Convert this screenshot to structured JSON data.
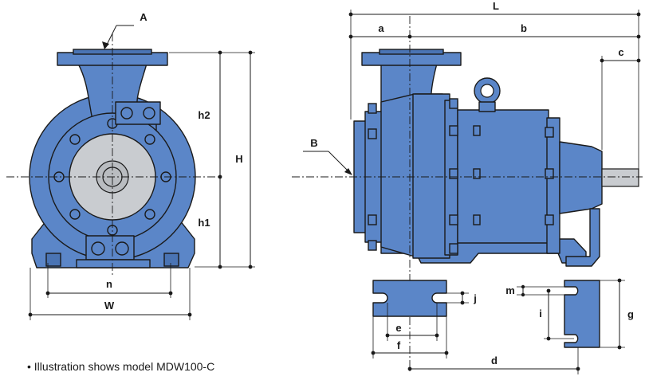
{
  "diagram": {
    "labels": {
      "A": "A",
      "B": "B",
      "L": "L",
      "a": "a",
      "b": "b",
      "c": "c",
      "d": "d",
      "e": "e",
      "f": "f",
      "g": "g",
      "h1": "h1",
      "h2": "h2",
      "H": "H",
      "i": "i",
      "j": "j",
      "m": "m",
      "n": "n",
      "W": "W"
    },
    "caption": "• Illustration shows model MDW100-C",
    "colors": {
      "body": "#5b86c8",
      "hub": "#c9ccd0",
      "line": "#1a1a1a"
    }
  }
}
